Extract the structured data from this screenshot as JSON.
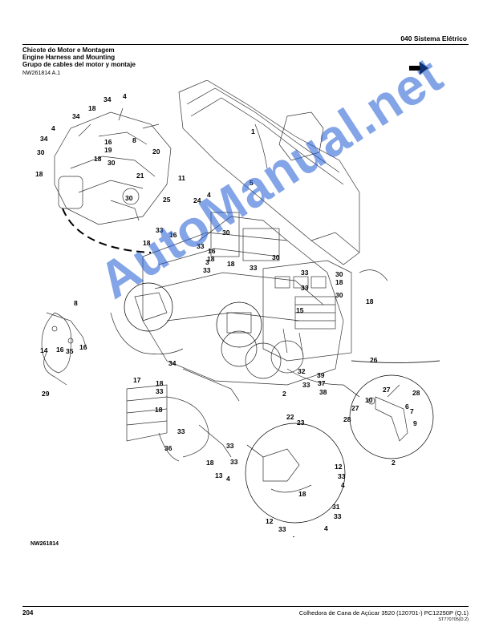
{
  "header": {
    "section": "040 Sistema Elétrico"
  },
  "titles": {
    "portuguese": "Chicote do Motor e Montagem",
    "english": "Engine Harness and Mounting",
    "spanish": "Grupo de cables del motor y montaje"
  },
  "figure": {
    "id": "NW261814 A.1",
    "label": "NW261814",
    "direction_icon": "arrow-right-icon",
    "callouts": [
      "1",
      "2",
      "3",
      "4",
      "5",
      "6",
      "7",
      "8",
      "9",
      "10",
      "11",
      "12",
      "13",
      "14",
      "15",
      "16",
      "17",
      "18",
      "19",
      "20",
      "21",
      "22",
      "23",
      "24",
      "25",
      "26",
      "27",
      "28",
      "29",
      "30",
      "31",
      "32",
      "33",
      "34",
      "35",
      "36",
      "37",
      "38",
      "39"
    ]
  },
  "watermark": {
    "text": "AutoManual.net",
    "color": "#1e5ad2"
  },
  "footer": {
    "page_number": "204",
    "description": "Colhedora de Cana de Açúcar 3520 (120701-)    PC12250P    (Q.1)",
    "code": "ST770705(D.2)"
  }
}
